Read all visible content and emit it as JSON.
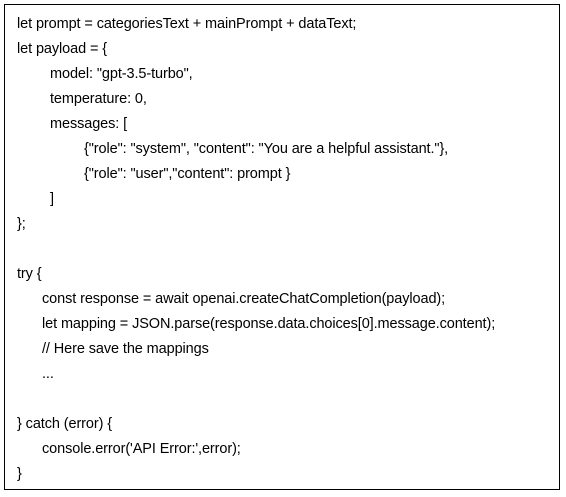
{
  "code_lines": [
    "let prompt = categoriesText + mainPrompt + dataText;",
    "let payload = {",
    "model: \"gpt-3.5-turbo\",",
    "temperature: 0,",
    "messages: [",
    "{\"role\": \"system\", \"content\": \"You are a helpful assistant.\"},",
    "{\"role\": \"user\",\"content\": prompt }",
    "]",
    "};",
    "",
    "try {",
    "const response = await openai.createChatCompletion(payload);",
    "let mapping = JSON.parse(response.data.choices[0].message.content);",
    "// Here save the mappings",
    "...",
    "",
    "} catch (error) {",
    "console.error('API Error:',error);",
    "}"
  ]
}
